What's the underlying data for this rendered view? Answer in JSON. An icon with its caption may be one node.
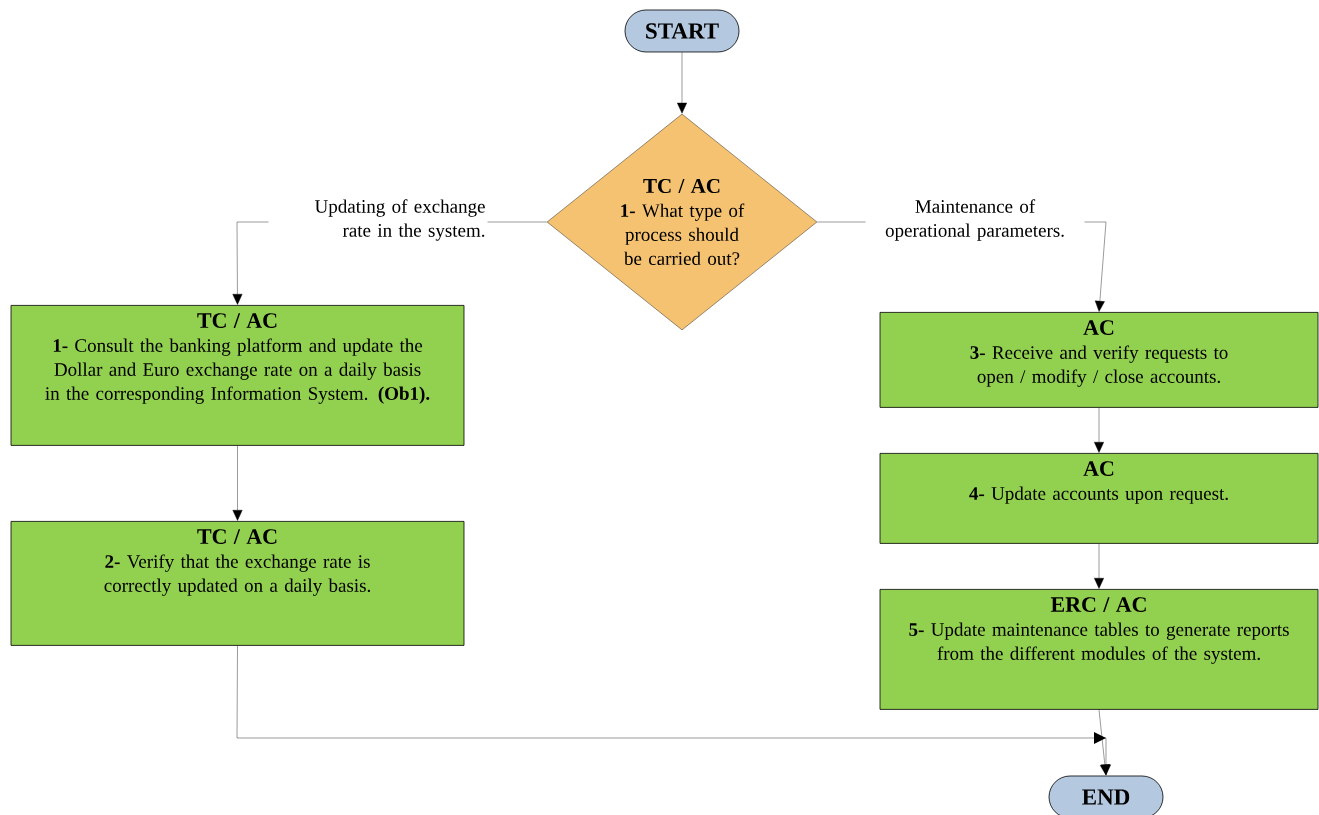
{
  "diagram": {
    "nodes": [
      {
        "text": [
          "START"
        ]
      },
      {
        "text": [
          "TC / AC",
          "**1-** What type of process should be carried out?"
        ]
      },
      {
        "text": [
          "TC / AC",
          "**1-** Consult the banking platform and update the Dollar and Euro exchange rate on a daily basis in the corresponding Information System. **(Ob1).**"
        ]
      },
      {
        "text": [
          "TC / AC",
          "**2-** Verify that the exchange rate is correctly updated on a daily basis."
        ]
      },
      {
        "text": [
          "AC",
          "**3-** Receive and verify requests to open / modify / close accounts."
        ]
      },
      {
        "text": [
          "AC",
          "**4-** Update accounts upon request."
        ]
      },
      {
        "text": [
          "ERC / AC",
          "**5-** Update maintenance tables to generate reports from the different modules of the system."
        ]
      },
      {
        "text": [
          "END"
        ]
      }
    ],
    "edges": [
      {
        "from": 0,
        "to": 1,
        "arrow": "to"
      },
      {
        "from": 1,
        "to": 2,
        "arrow": "to",
        "label": "Updating of exchange rate in the system."
      },
      {
        "from": 1,
        "to": 4,
        "arrow": "to",
        "label": "Maintenance of operational parameters."
      },
      {
        "from": 2,
        "to": 3,
        "arrow": "to"
      },
      {
        "from": 4,
        "to": 5,
        "arrow": "to"
      },
      {
        "from": 5,
        "to": 6,
        "arrow": "to"
      },
      {
        "from": 6,
        "to": 7,
        "arrow": "to"
      },
      {
        "from": 3,
        "to": 7,
        "arrow": "to"
      }
    ]
  }
}
